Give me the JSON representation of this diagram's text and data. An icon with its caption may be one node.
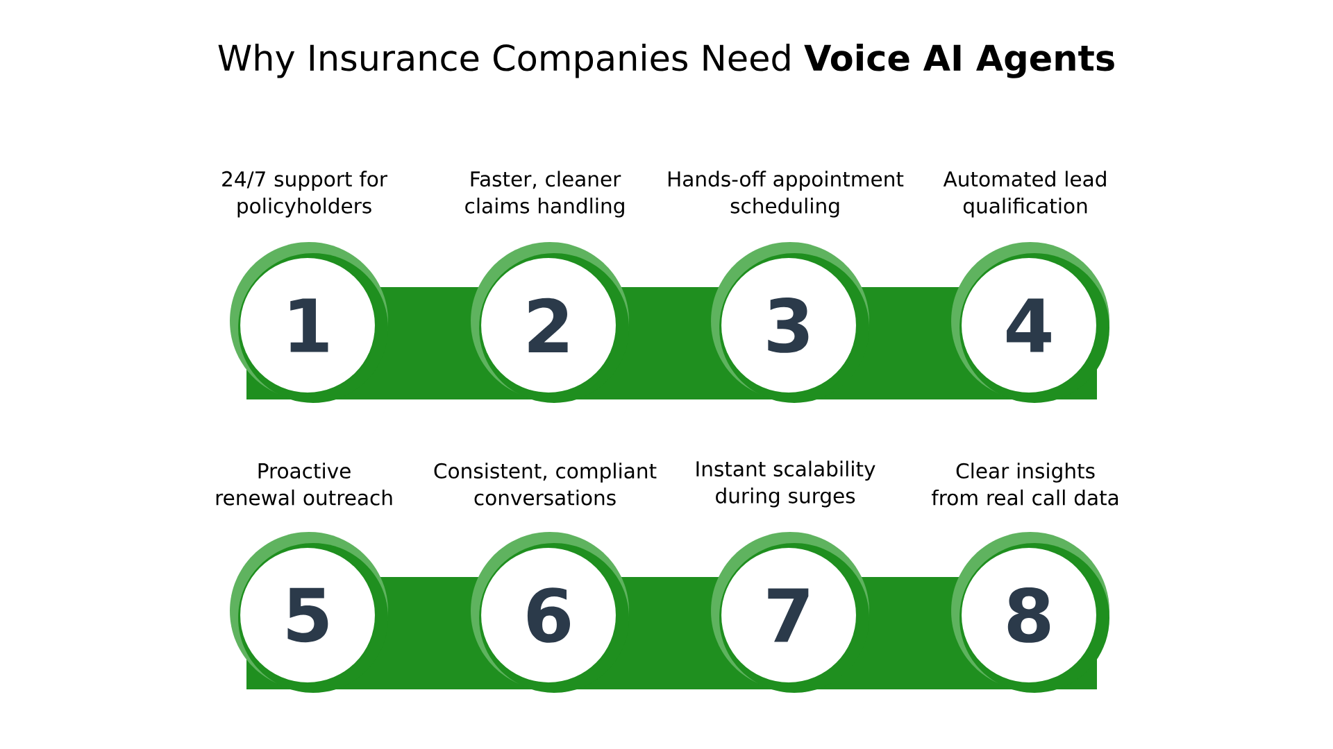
{
  "diagram": {
    "title": "Why Insurance Companies Need **Voice AI Agents**",
    "nodes": [
      {
        "text": [],
        "shape": "bar"
      },
      {
        "text": [
          "24/7 support for policyholders",
          "1"
        ]
      },
      {
        "text": [
          "Faster, cleaner claims handling",
          "2"
        ]
      },
      {
        "text": [
          "Hands-off appointment scheduling",
          "3"
        ]
      },
      {
        "text": [
          "Automated lead qualification",
          "4"
        ]
      },
      {
        "text": [],
        "shape": "bar"
      },
      {
        "text": [
          "Proactive renewal outreach",
          "5"
        ]
      },
      {
        "text": [
          "Consistent, compliant conversations",
          "6"
        ]
      },
      {
        "text": [
          "Instant scalability during surges",
          "7"
        ]
      },
      {
        "text": [
          "Clear insights from real call data",
          "8"
        ]
      }
    ]
  }
}
